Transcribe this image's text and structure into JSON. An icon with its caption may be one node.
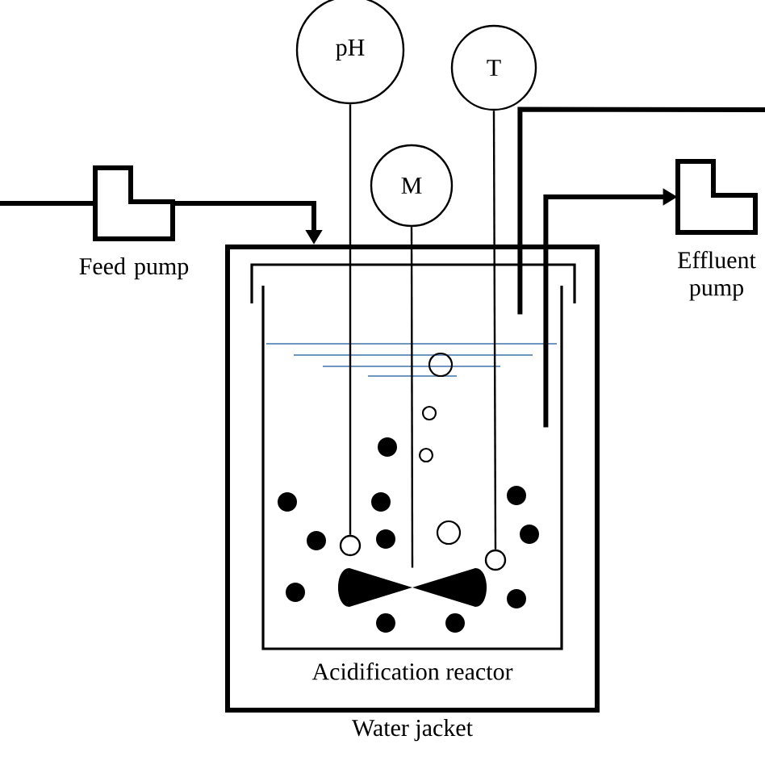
{
  "diagram": {
    "nodes": [
      {
        "text": [],
        "shape": "pump",
        "beside": [
          "Feed pump"
        ]
      },
      {
        "text": [
          "Water jacket"
        ]
      },
      {
        "text": [
          "Acidification reactor"
        ],
        "in": 1
      },
      {
        "text": [
          "pH"
        ]
      },
      {
        "text": [
          "M"
        ]
      },
      {
        "text": [
          "T"
        ]
      },
      {
        "text": [],
        "shape": "circle",
        "in": 2
      },
      {
        "text": [],
        "shape": "impeller",
        "in": 2
      },
      {
        "text": [],
        "shape": "circle",
        "in": 2
      },
      {
        "text": [],
        "shape": "pump",
        "beside": [
          "Effluent pump"
        ]
      }
    ],
    "edges": [
      {
        "from": null,
        "to": 0,
        "arrow": "none"
      },
      {
        "from": 0,
        "to": 1,
        "arrow": "to"
      },
      {
        "from": 3,
        "to": 6,
        "arrow": "none"
      },
      {
        "from": 4,
        "to": 7,
        "arrow": "none"
      },
      {
        "from": 5,
        "to": 8,
        "arrow": "none"
      },
      {
        "from": 2,
        "to": 9,
        "arrow": "to"
      },
      {
        "from": 2,
        "to": null,
        "arrow": "none"
      }
    ]
  }
}
